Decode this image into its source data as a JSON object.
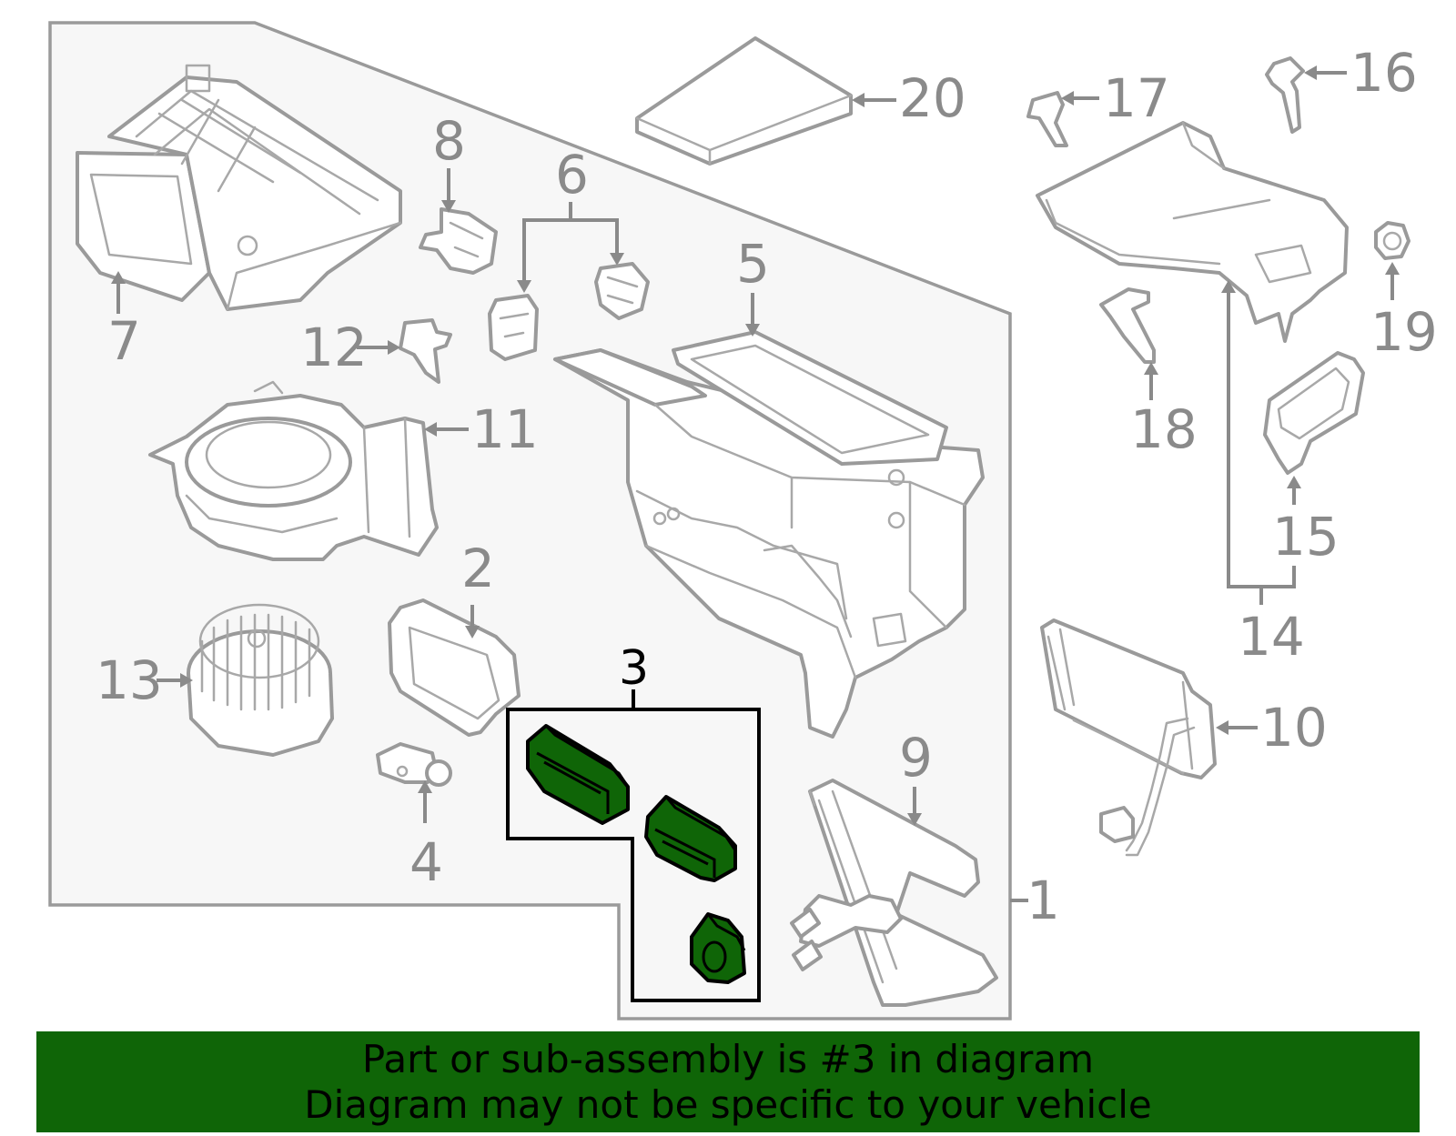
{
  "diagram": {
    "callouts": {
      "c1": "1",
      "c2": "2",
      "c3": "3",
      "c4": "4",
      "c5": "5",
      "c6": "6",
      "c7": "7",
      "c8": "8",
      "c9": "9",
      "c10": "10",
      "c11": "11",
      "c12": "12",
      "c13": "13",
      "c14": "14",
      "c15": "15",
      "c16": "16",
      "c17": "17",
      "c18": "18",
      "c19": "19",
      "c20": "20"
    },
    "highlighted_part": "3",
    "colors": {
      "line_art": "#9a9a9a",
      "background_panel": "#f7f7f7",
      "highlight_fill": "#0f6507",
      "banner_background": "#0f6507"
    }
  },
  "banner": {
    "line1": "Part or sub-assembly is #3 in diagram",
    "line2": "Diagram may not be specific to your vehicle"
  }
}
